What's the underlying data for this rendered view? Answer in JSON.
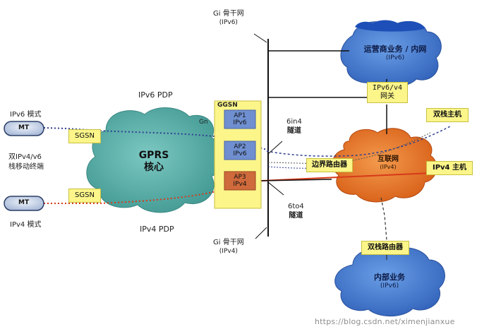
{
  "gi_top": {
    "line1": "Gi 骨干网",
    "line2": "(IPv6)"
  },
  "gi_bottom": {
    "line1": "Gi 骨干网",
    "line2": "(IPv4)"
  },
  "operator_cloud": {
    "line1": "运营商业务 / 内网",
    "line2": "(IPv6)"
  },
  "gateway": {
    "line1": "IPv6/v4",
    "line2": "网关"
  },
  "dual_host": "双栈主机",
  "ipv4_host": "IPv4 主机",
  "internet_cloud": {
    "line1": "互联网",
    "line2": "(IPv4)"
  },
  "border_router": "边界路由器",
  "tunnel_6in4": {
    "line1": "6in4",
    "line2": "隧道"
  },
  "tunnel_6to4": {
    "line1": "6to4",
    "line2": "隧道"
  },
  "dual_router": "双栈路由器",
  "internal_cloud": {
    "line1": "内部业务",
    "line2": "(IPv6)"
  },
  "ipv6_pdp": "IPv6 PDP",
  "ipv4_pdp": "IPv4 PDP",
  "ggsn": "GGSN",
  "gn": "Gn",
  "ap1": {
    "line1": "AP1",
    "line2": "IPv6"
  },
  "ap2": {
    "line1": "AP2",
    "line2": "IPv6"
  },
  "ap3": {
    "line1": "AP3",
    "line2": "IPv4"
  },
  "gprs_core": {
    "line1": "GPRS",
    "line2": "核心"
  },
  "sgsn_top": "SGSN",
  "sgsn_bottom": "SGSN",
  "ipv6_mode": "IPv6 模式",
  "ipv4_mode": "IPv4 模式",
  "dual_terminal": {
    "line1": "双IPv4/v6",
    "line2": "栈移动终端"
  },
  "mt_top": "MT",
  "mt_bottom": "MT",
  "watermark": "https://blog.csdn.net/ximenjianxue",
  "colors": {
    "teal_cloud": "#5fb3ae",
    "blue_cloud": "#3e78cf",
    "orange_cloud": "#e8752a",
    "yellow_box": "#fbf58a",
    "ipv6_line": "#2f3f8f",
    "ipv4_line": "#d63a1a"
  }
}
